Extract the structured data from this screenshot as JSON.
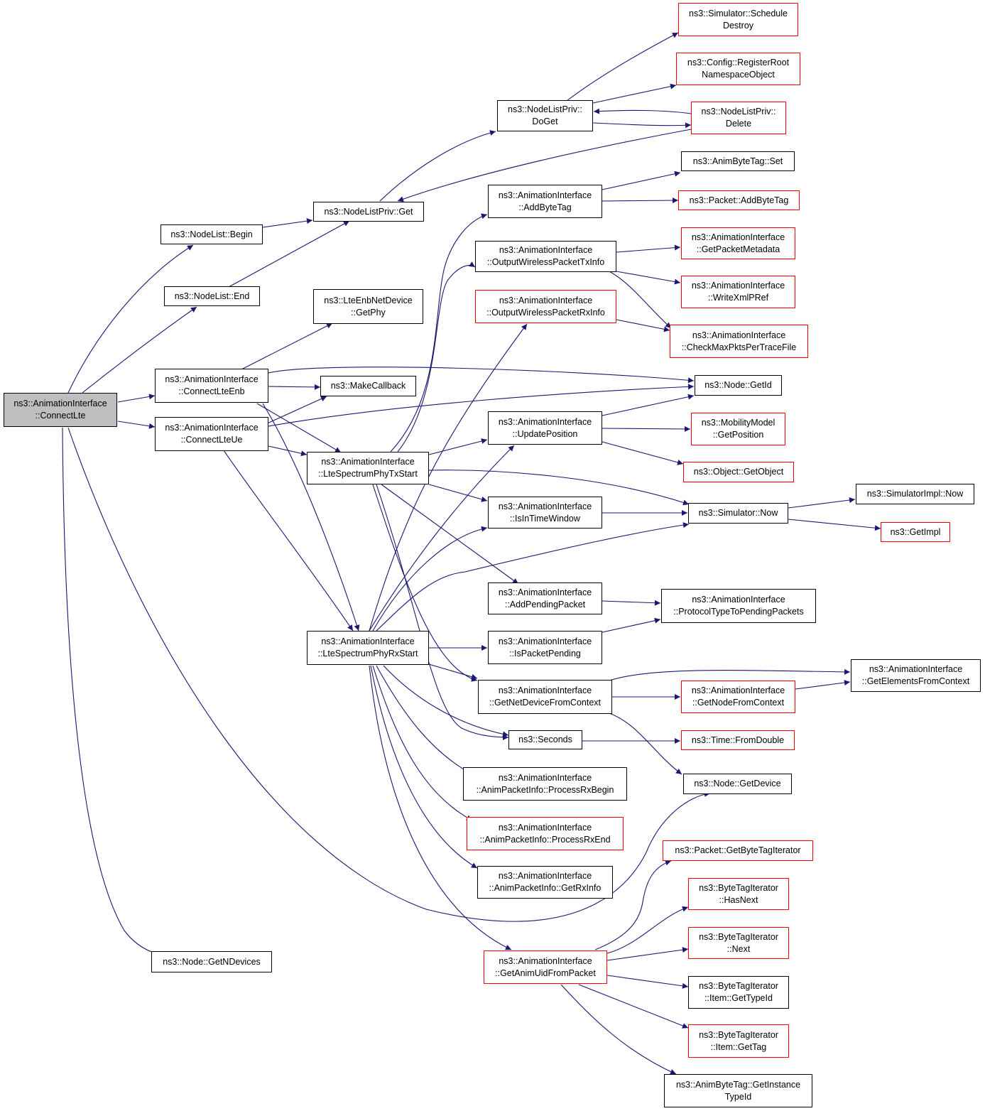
{
  "colors": {
    "edge": "#191970",
    "border_normal": "#000000",
    "border_external": "#ff0000",
    "root_fill": "#bfbfbf"
  },
  "nodes": {
    "connectlte": {
      "label": "ns3::AnimationInterface\n::ConnectLte",
      "kind": "root"
    },
    "nodelist_begin": {
      "label": "ns3::NodeList::Begin",
      "kind": "normal"
    },
    "nodelist_end": {
      "label": "ns3::NodeList::End",
      "kind": "normal"
    },
    "connectlteenb": {
      "label": "ns3::AnimationInterface\n::ConnectLteEnb",
      "kind": "normal"
    },
    "connectlteue": {
      "label": "ns3::AnimationInterface\n::ConnectLteUe",
      "kind": "normal"
    },
    "node_getndevices": {
      "label": "ns3::Node::GetNDevices",
      "kind": "normal"
    },
    "nodelistpriv_get": {
      "label": "ns3::NodeListPriv::Get",
      "kind": "normal"
    },
    "lteenb_getphy": {
      "label": "ns3::LteEnbNetDevice\n::GetPhy",
      "kind": "normal"
    },
    "makecallback": {
      "label": "ns3::MakeCallback",
      "kind": "normal"
    },
    "ltephytxstart": {
      "label": "ns3::AnimationInterface\n::LteSpectrumPhyTxStart",
      "kind": "normal"
    },
    "ltephyrxstart": {
      "label": "ns3::AnimationInterface\n::LteSpectrumPhyRxStart",
      "kind": "normal"
    },
    "nodelistpriv_doget": {
      "label": "ns3::NodeListPriv::\nDoGet",
      "kind": "normal"
    },
    "addbytetag": {
      "label": "ns3::AnimationInterface\n::AddByteTag",
      "kind": "normal"
    },
    "outputwirelesstx": {
      "label": "ns3::AnimationInterface\n::OutputWirelessPacketTxInfo",
      "kind": "normal"
    },
    "outputwirelessrx": {
      "label": "ns3::AnimationInterface\n::OutputWirelessPacketRxInfo",
      "kind": "external"
    },
    "updateposition": {
      "label": "ns3::AnimationInterface\n::UpdatePosition",
      "kind": "normal"
    },
    "isintimewindow": {
      "label": "ns3::AnimationInterface\n::IsInTimeWindow",
      "kind": "normal"
    },
    "addpendingpacket": {
      "label": "ns3::AnimationInterface\n::AddPendingPacket",
      "kind": "normal"
    },
    "ispacketpending": {
      "label": "ns3::AnimationInterface\n::IsPacketPending",
      "kind": "normal"
    },
    "getnetdevicefromcontext": {
      "label": "ns3::AnimationInterface\n::GetNetDeviceFromContext",
      "kind": "normal"
    },
    "seconds": {
      "label": "ns3::Seconds",
      "kind": "normal"
    },
    "processrxbegin": {
      "label": "ns3::AnimationInterface\n::AnimPacketInfo::ProcessRxBegin",
      "kind": "normal"
    },
    "processrxend": {
      "label": "ns3::AnimationInterface\n::AnimPacketInfo::ProcessRxEnd",
      "kind": "external"
    },
    "getrxinfo": {
      "label": "ns3::AnimationInterface\n::AnimPacketInfo::GetRxInfo",
      "kind": "normal"
    },
    "getanimuidfrompacket": {
      "label": "ns3::AnimationInterface\n::GetAnimUidFromPacket",
      "kind": "external"
    },
    "scheduledestroy": {
      "label": "ns3::Simulator::Schedule\nDestroy",
      "kind": "external"
    },
    "registerroot": {
      "label": "ns3::Config::RegisterRoot\nNamespaceObject",
      "kind": "external"
    },
    "nodelistpriv_delete": {
      "label": "ns3::NodeListPriv::\nDelete",
      "kind": "external"
    },
    "animbytetag_set": {
      "label": "ns3::AnimByteTag::Set",
      "kind": "normal"
    },
    "packet_addbytetag": {
      "label": "ns3::Packet::AddByteTag",
      "kind": "external"
    },
    "getpacketmetadata": {
      "label": "ns3::AnimationInterface\n::GetPacketMetadata",
      "kind": "external"
    },
    "writexmlpref": {
      "label": "ns3::AnimationInterface\n::WriteXmlPRef",
      "kind": "external"
    },
    "checkmaxpkts": {
      "label": "ns3::AnimationInterface\n::CheckMaxPktsPerTraceFile",
      "kind": "external"
    },
    "node_getid": {
      "label": "ns3::Node::GetId",
      "kind": "normal"
    },
    "mobility_getposition": {
      "label": "ns3::MobilityModel\n::GetPosition",
      "kind": "external"
    },
    "object_getobject": {
      "label": "ns3::Object::GetObject",
      "kind": "external"
    },
    "simulator_now": {
      "label": "ns3::Simulator::Now",
      "kind": "normal"
    },
    "simulatorimpl_now": {
      "label": "ns3::SimulatorImpl::Now",
      "kind": "normal"
    },
    "getimpl": {
      "label": "ns3::GetImpl",
      "kind": "external"
    },
    "protocoltypetopending": {
      "label": "ns3::AnimationInterface\n::ProtocolTypeToPendingPackets",
      "kind": "normal"
    },
    "getelementsfromcontext": {
      "label": "ns3::AnimationInterface\n::GetElementsFromContext",
      "kind": "normal"
    },
    "getnodefromcontext": {
      "label": "ns3::AnimationInterface\n::GetNodeFromContext",
      "kind": "external"
    },
    "time_fromdouble": {
      "label": "ns3::Time::FromDouble",
      "kind": "external"
    },
    "node_getdevice": {
      "label": "ns3::Node::GetDevice",
      "kind": "normal"
    },
    "getbytetagiterator": {
      "label": "ns3::Packet::GetByteTagIterator",
      "kind": "external"
    },
    "bti_hasnext": {
      "label": "ns3::ByteTagIterator\n::HasNext",
      "kind": "external"
    },
    "bti_next": {
      "label": "ns3::ByteTagIterator\n::Next",
      "kind": "external"
    },
    "bti_gettypeid": {
      "label": "ns3::ByteTagIterator\n::Item::GetTypeId",
      "kind": "normal"
    },
    "bti_gettag": {
      "label": "ns3::ByteTagIterator\n::Item::GetTag",
      "kind": "external"
    },
    "animbytetag_getinstance": {
      "label": "ns3::AnimByteTag::GetInstance\nTypeId",
      "kind": "normal"
    }
  }
}
